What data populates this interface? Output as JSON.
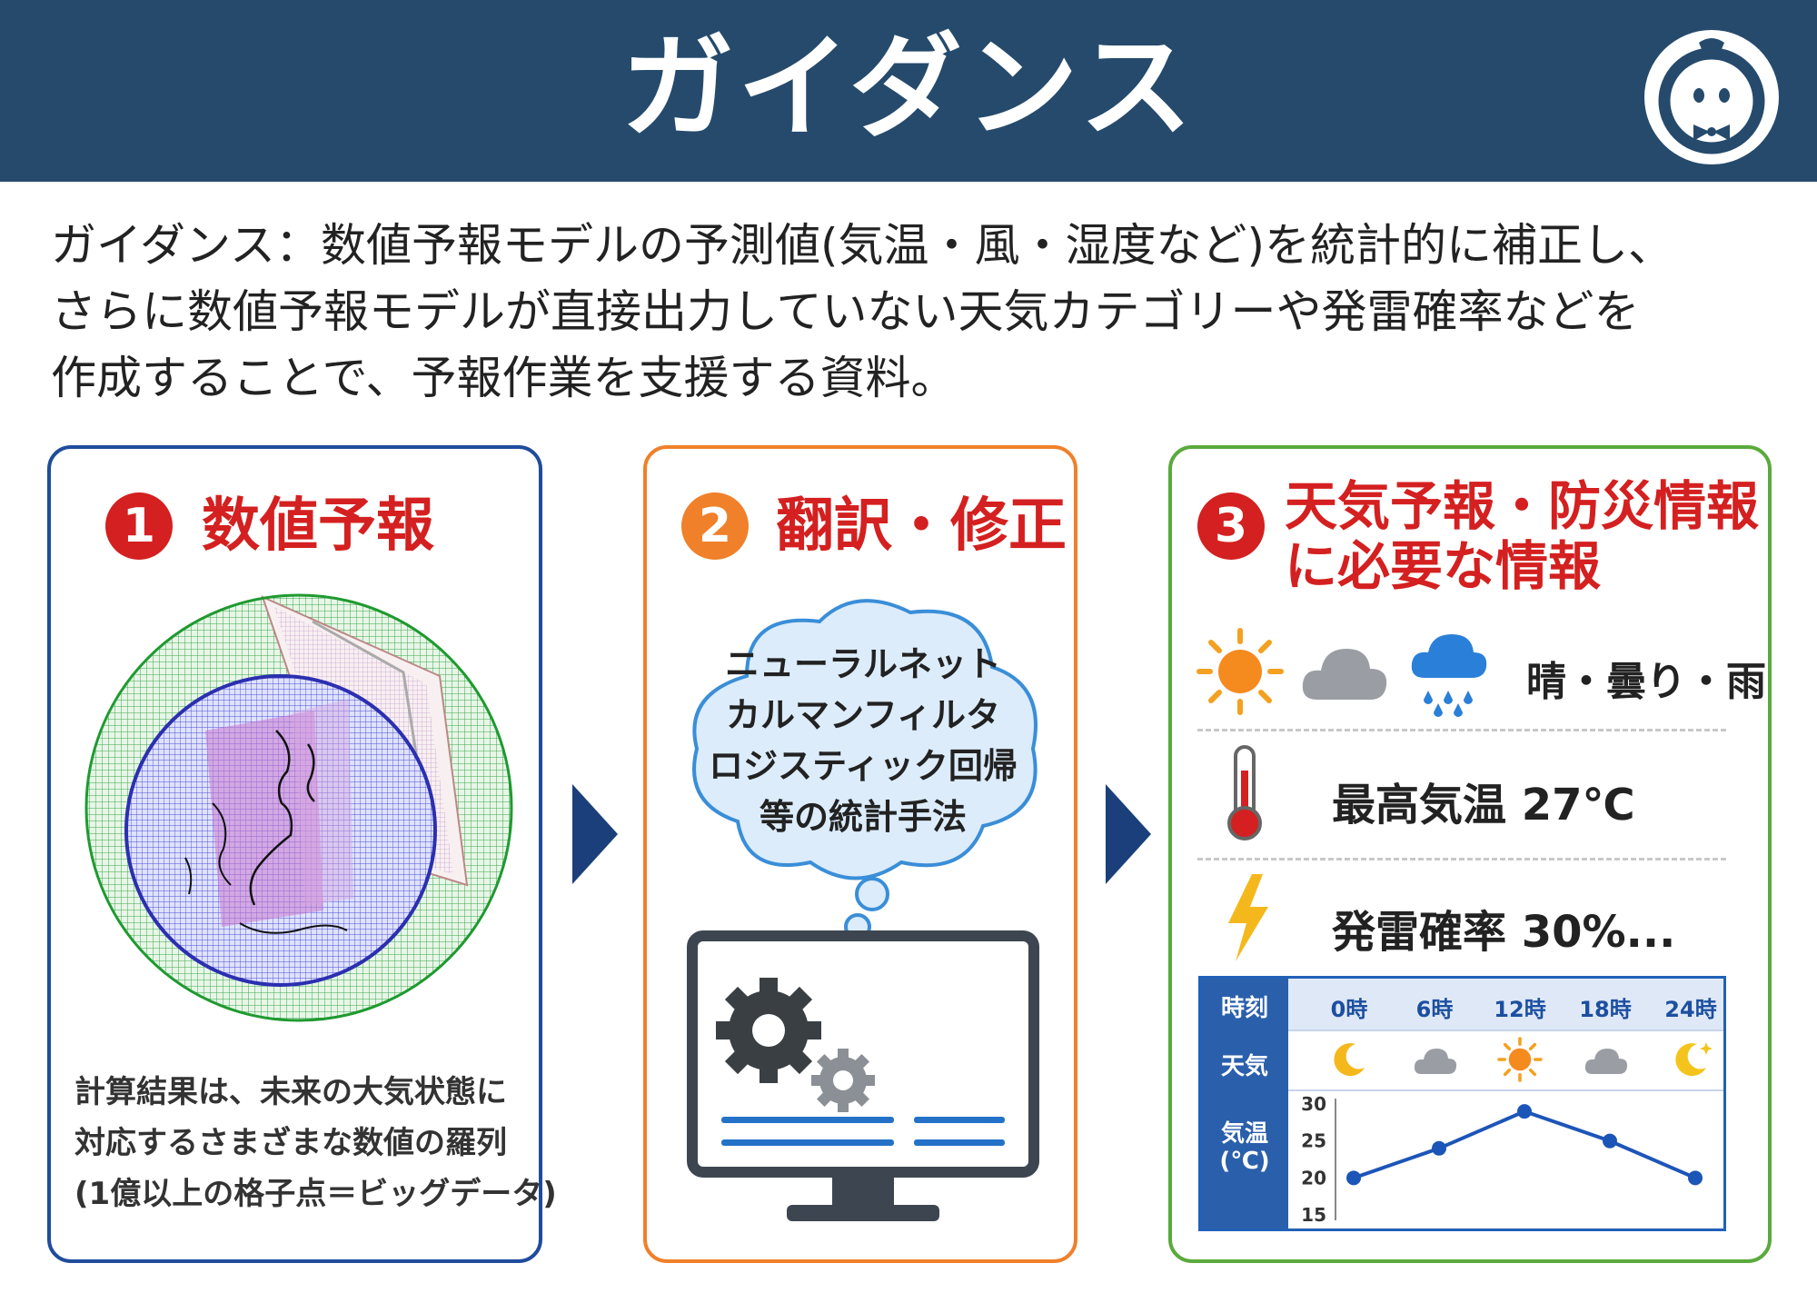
{
  "header": {
    "title": "ガイダンス"
  },
  "intro": {
    "lines": [
      "ガイダンス：数値予報モデルの予測値(気温・風・湿度など)を統計的に補正し、",
      "さらに数値予報モデルが直接出力していない天気カテゴリーや発雷確率などを",
      "作成することで、予報作業を支援する資料。"
    ]
  },
  "panel1": {
    "number": "1",
    "title": "数値予報",
    "desc": [
      "計算結果は、未来の大気状態に",
      "対応するさまざまな数値の羅列",
      "(1億以上の格子点＝ビッグデータ)"
    ]
  },
  "panel2": {
    "number": "2",
    "title": "翻訳・修正",
    "cloud": [
      "ニューラルネット",
      "カルマンフィルタ",
      "ロジスティック回帰",
      "等の統計手法"
    ]
  },
  "panel3": {
    "number": "3",
    "title_lines": [
      "天気予報・防災情報",
      "に必要な情報"
    ],
    "weather_label": "晴・曇り・雨",
    "max_temp_label": "最高気温 27℃",
    "thunder_label": "発雷確率 30%...",
    "table": {
      "time_label": "時刻",
      "weather_label": "天気",
      "temp_label_1": "気温",
      "temp_label_2": "(℃)",
      "hours": [
        "0時",
        "6時",
        "12時",
        "18時",
        "24時"
      ],
      "weather_icons": [
        "moon-icon",
        "cloud-icon",
        "sun-icon",
        "cloud-icon",
        "moon-icon"
      ],
      "temps": [
        20,
        24,
        29,
        25,
        20
      ],
      "y_ticks": [
        "30",
        "25",
        "20",
        "15"
      ],
      "y_range": [
        15,
        30
      ]
    }
  },
  "colors": {
    "header_bg": "#254a6c",
    "panel1_border": "#1f4c9c",
    "panel2_border": "#f0802a",
    "panel3_border": "#5aaa3c",
    "title_red": "#d42020",
    "arrow": "#1a3f7a"
  }
}
